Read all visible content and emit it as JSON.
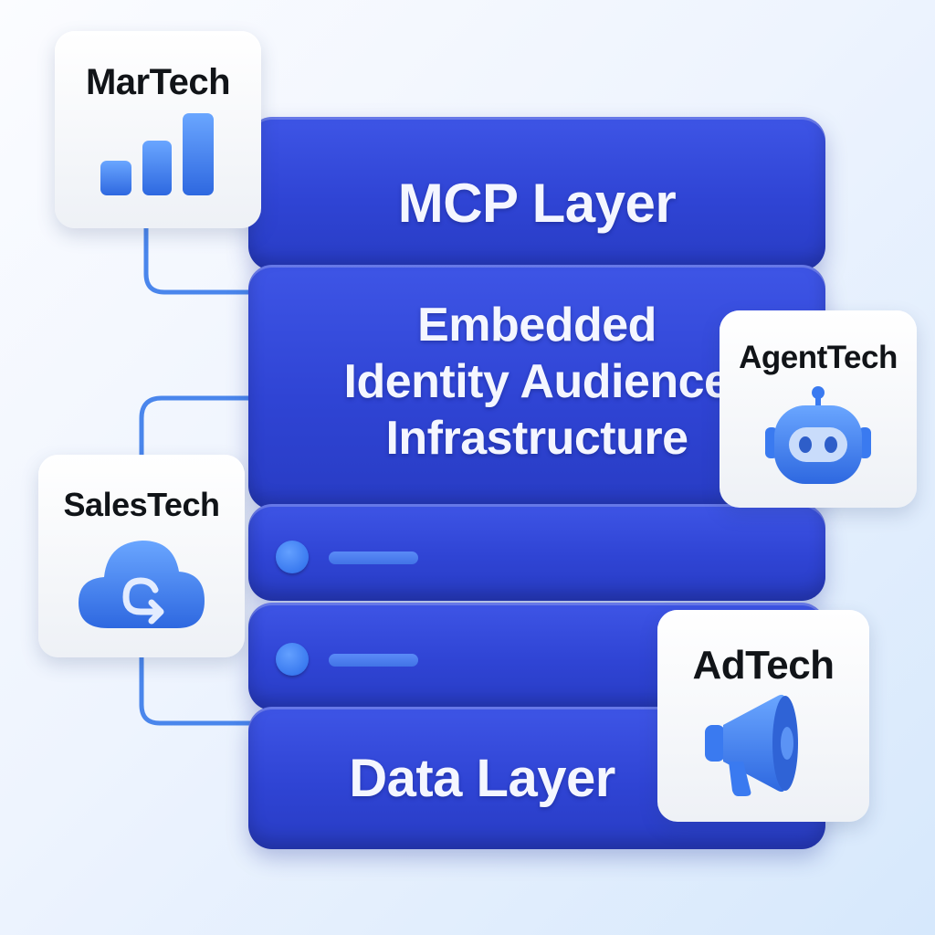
{
  "layers": {
    "mcp": "MCP Layer",
    "identity": "Embedded\nIdentity Audience\nInfrastructure",
    "data": "Data Layer"
  },
  "cards": {
    "martech": {
      "label": "MarTech",
      "icon": "bar-chart-icon"
    },
    "agenttech": {
      "label": "AgentTech",
      "icon": "robot-icon"
    },
    "salestech": {
      "label": "SalesTech",
      "icon": "cloud-sync-icon"
    },
    "adtech": {
      "label": "AdTech",
      "icon": "megaphone-icon"
    }
  },
  "colors": {
    "layer_blue": "#3046d6",
    "connector_blue": "#4a86ec",
    "icon_blue": "#3a7af0",
    "card_white": "#f4f6fa"
  }
}
